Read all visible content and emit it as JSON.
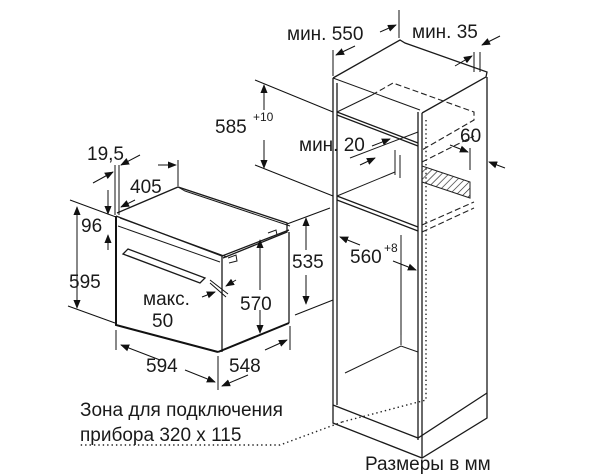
{
  "diagram": {
    "type": "built-in oven installation dimensions",
    "oven": {
      "side_gap": "19,5",
      "depth_top": "405",
      "panel_height": "96",
      "total_height": "595",
      "body_height": "570",
      "body_height_rear": "535",
      "max_door_label": "макс.",
      "max_door_value": "50",
      "width": "594",
      "depth": "548"
    },
    "cabinet": {
      "min_depth": "мин. 550",
      "min_rear_gap": "мин. 35",
      "niche_height": "585",
      "niche_height_tol": "+10",
      "min_front_gap": "мин. 20",
      "vent_depth": "60",
      "niche_width": "560",
      "niche_width_tol": "+8"
    },
    "notes": {
      "connection_zone_line1": "Зона для подключения",
      "connection_zone_line2": "прибора 320 x 115",
      "units": "Размеры в мм"
    },
    "colors": {
      "line": "#1a1a1a",
      "background": "#ffffff"
    }
  }
}
